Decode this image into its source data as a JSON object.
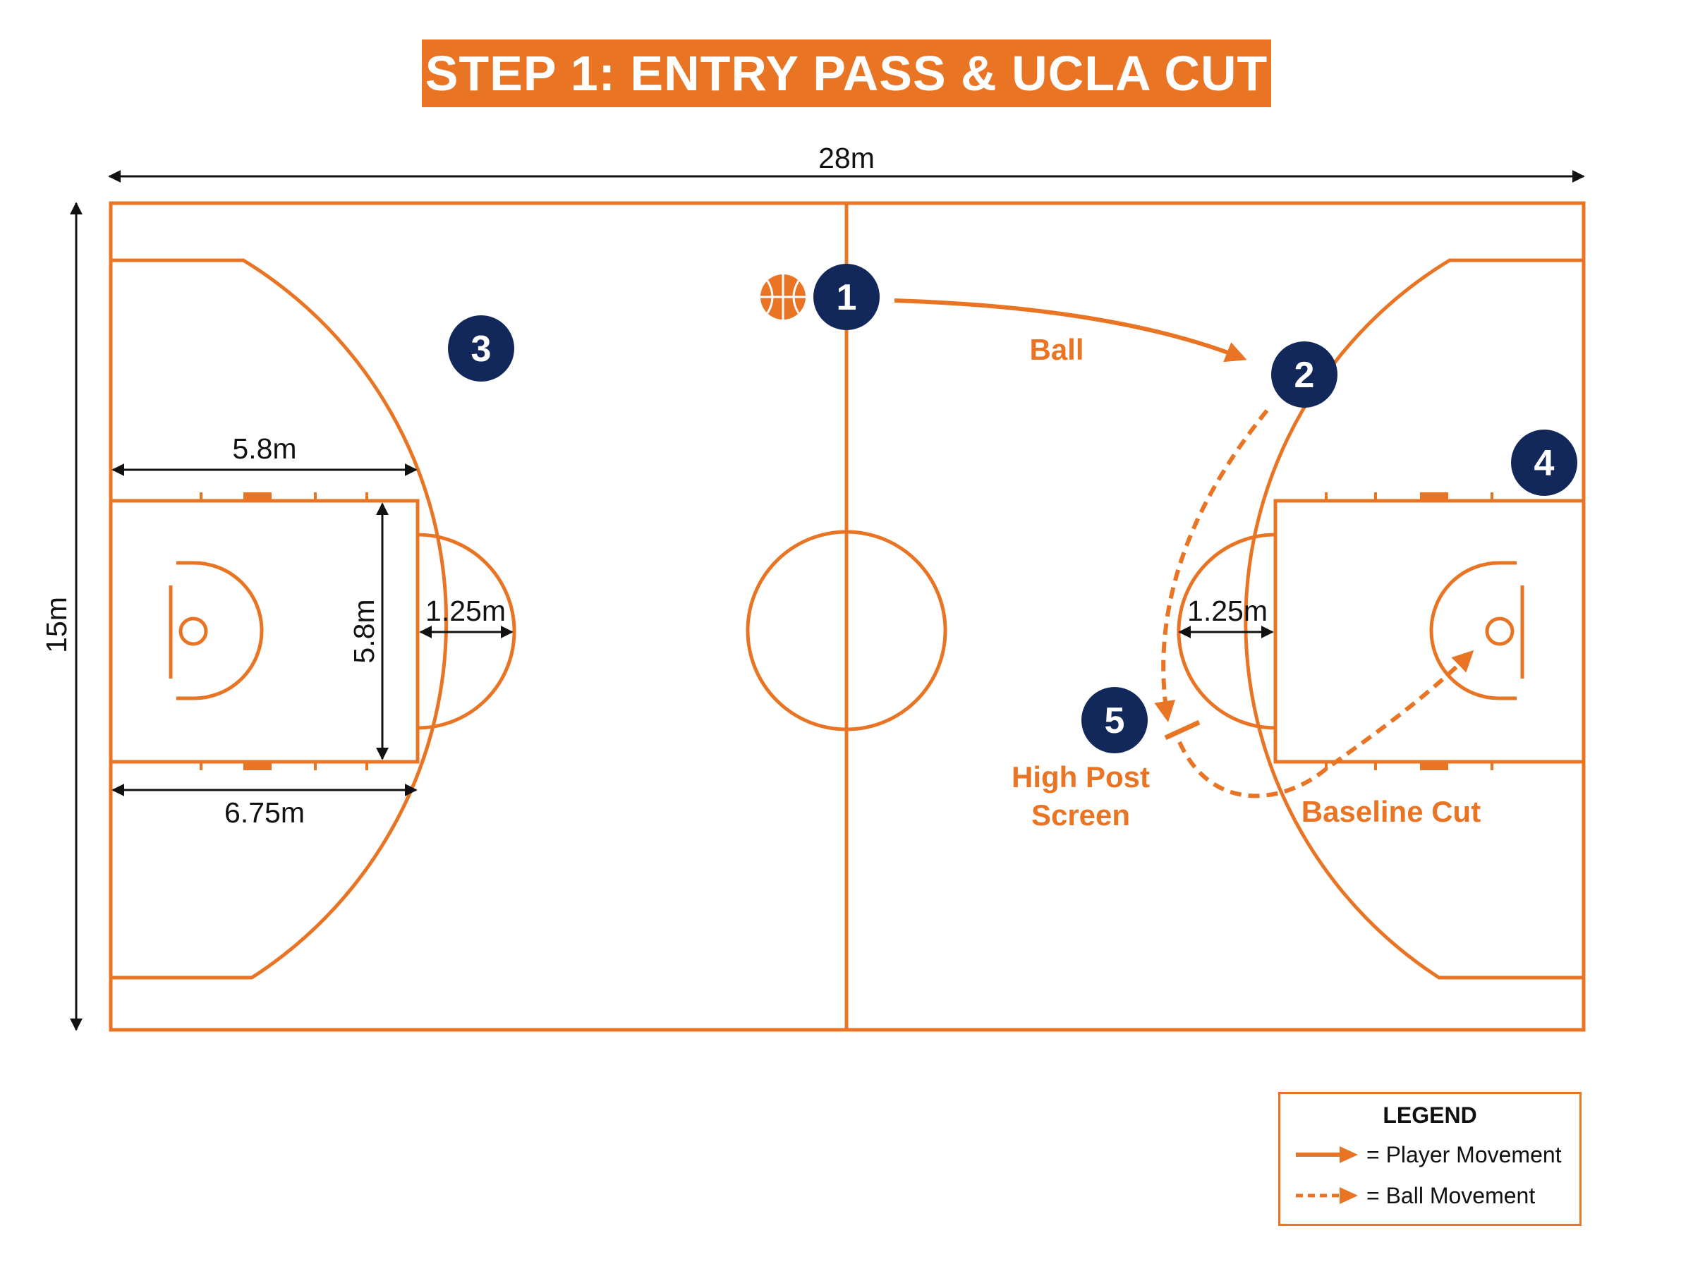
{
  "title": "STEP 1: ENTRY PASS & UCLA CUT",
  "colors": {
    "line": "#E87424",
    "player": "#13285A",
    "text": "#111111",
    "ball": "#E87424"
  },
  "dimensions": {
    "length": "28m",
    "width": "15m",
    "key_length_top": "5.8m",
    "key_width": "5.8m",
    "key_length_bottom": "6.75m",
    "circle_radius_left": "1.25m",
    "circle_radius_right": "1.25m"
  },
  "players": [
    {
      "id": "player-1",
      "number": "1"
    },
    {
      "id": "player-2",
      "number": "2"
    },
    {
      "id": "player-3",
      "number": "3"
    },
    {
      "id": "player-4",
      "number": "4"
    },
    {
      "id": "player-5",
      "number": "5"
    }
  ],
  "play_labels": {
    "ball_pass": "Ball",
    "screen_line1": "High Post",
    "screen_line2": "Screen",
    "baseline_cut": "Baseline Cut"
  },
  "ball_icon": "basketball-icon",
  "legend": {
    "title": "LEGEND",
    "player_movement": "= Player Movement",
    "ball_movement": "= Ball Movement"
  }
}
